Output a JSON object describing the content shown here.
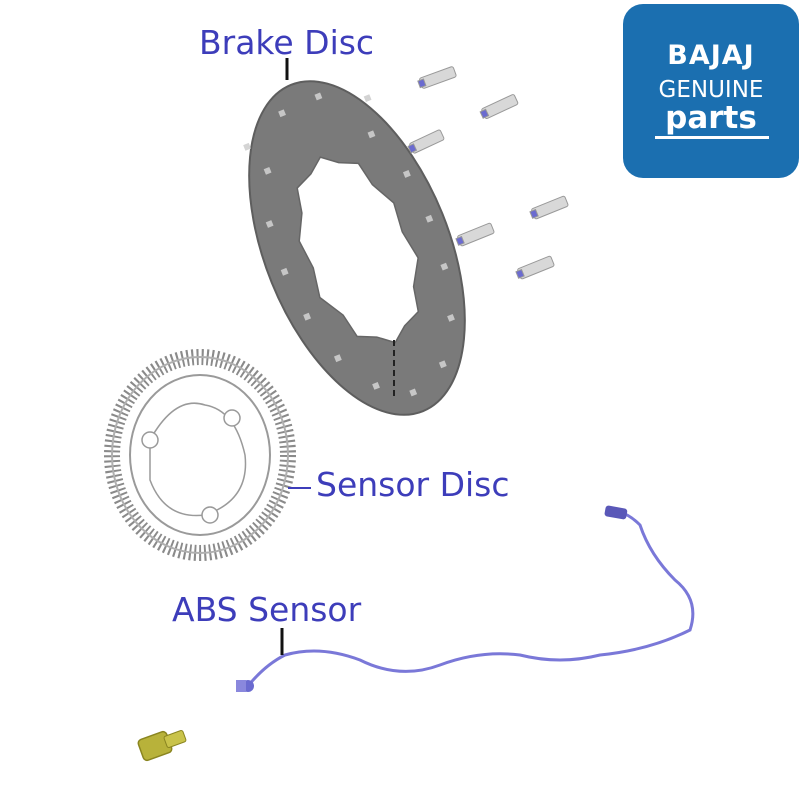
{
  "labels": {
    "brake_disc": "Brake Disc",
    "sensor_disc": "Sensor Disc",
    "abs_sensor": "ABS Sensor"
  },
  "logo": {
    "brand": "BAJAJ",
    "line2": "GENUINE",
    "line3": "parts",
    "background": "#1b6fb0"
  },
  "colors": {
    "label_text": "#3d3dba",
    "disc_gray": "#7a7a7a",
    "wire_blue": "#7a78d8",
    "bolt_yellow": "#b8b23a"
  }
}
